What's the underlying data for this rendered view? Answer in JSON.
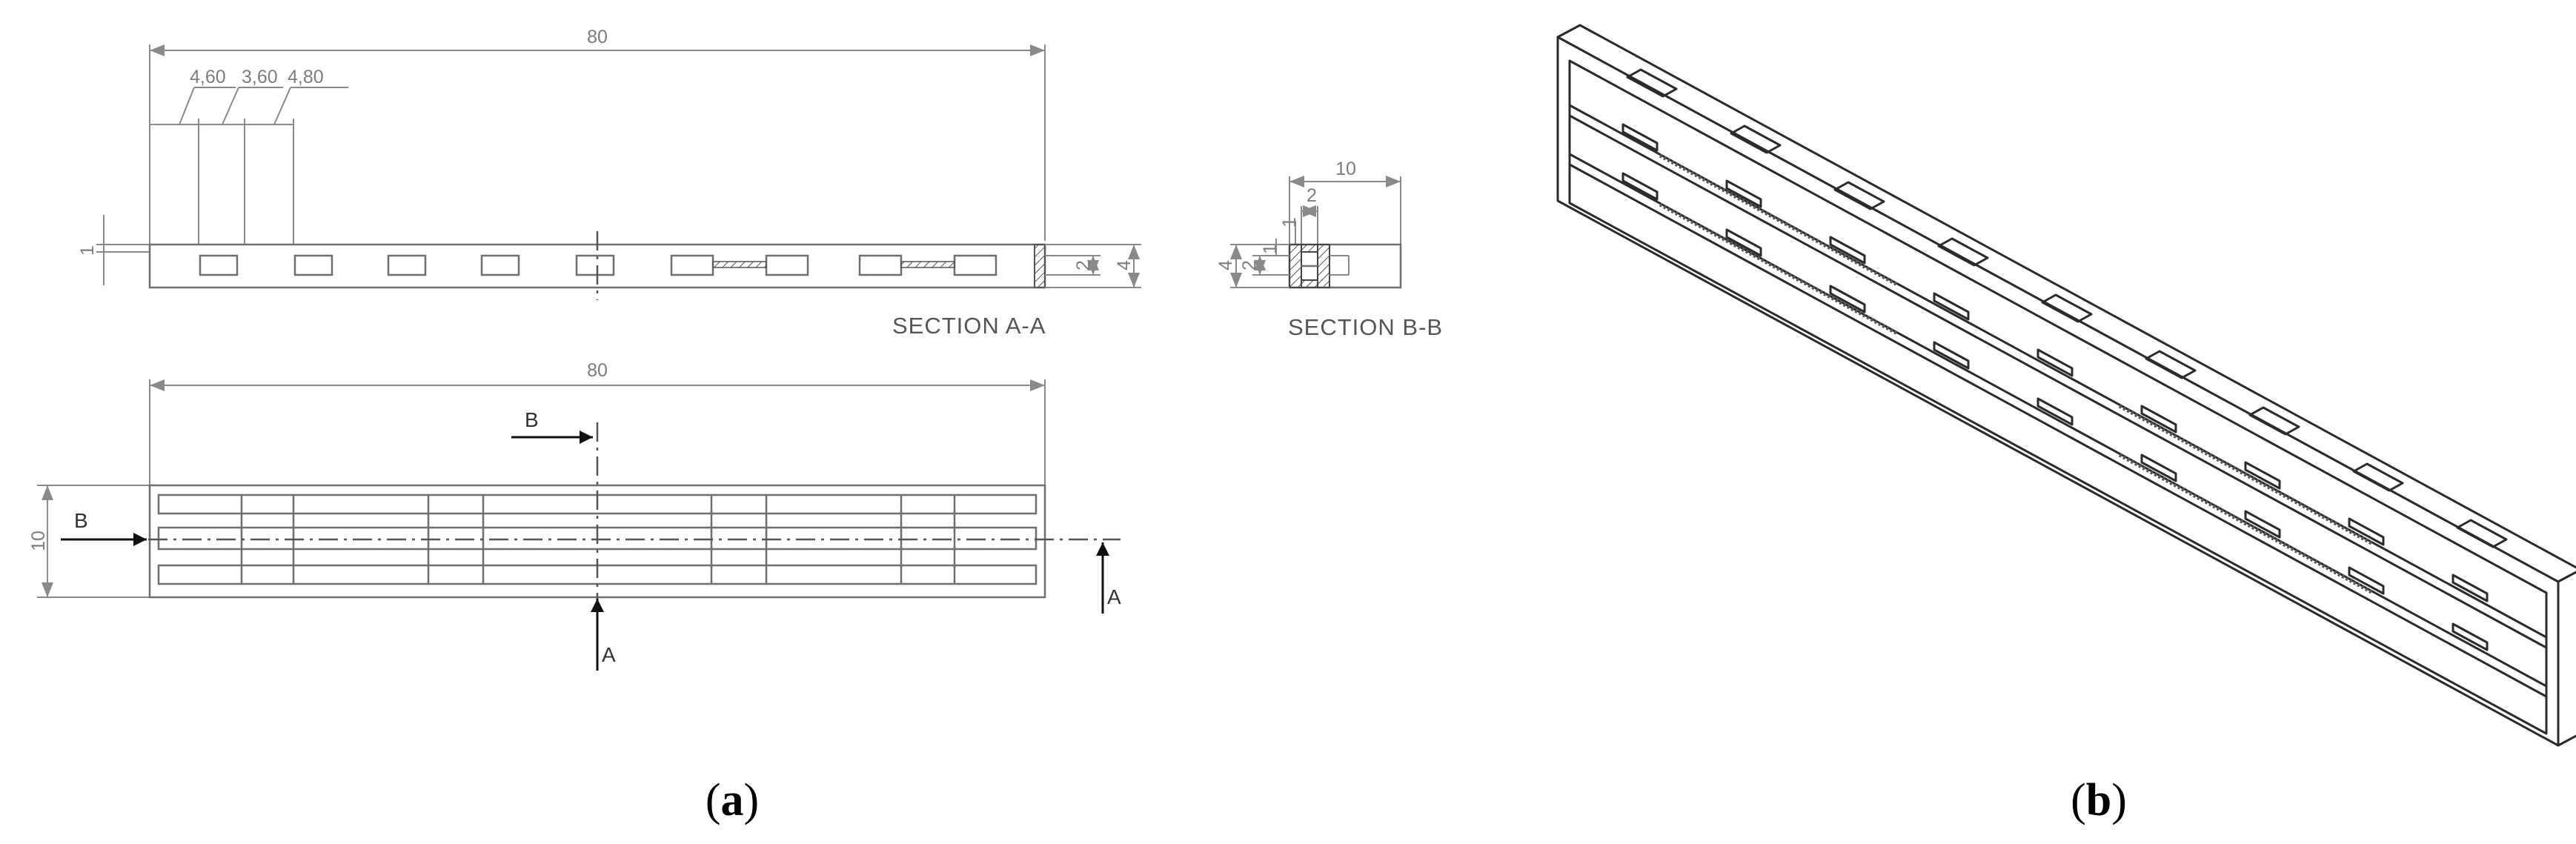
{
  "dimensions": {
    "top_overall": "80",
    "pitch_1": "4,60",
    "pitch_2": "3,60",
    "pitch_3": "4,80",
    "height_left": "1",
    "height_inner": "2",
    "height_outer": "4",
    "plan_overall": "80",
    "plan_width": "10",
    "secb_width": "10",
    "secb_slot": "2",
    "secb_rib": "1",
    "secb_inner": "2",
    "secb_outer": "4",
    "secb_rib_left": "1"
  },
  "section_labels": {
    "aa": "SECTION A-A",
    "bb": "SECTION B-B"
  },
  "arrow_letters": {
    "b_top": "B",
    "b_left": "B",
    "a_bottom": "A",
    "a_right": "A"
  },
  "captions": {
    "a_open": "(",
    "a_letter": "a",
    "a_close": ")",
    "b_open": "(",
    "b_letter": "b",
    "b_close": ")"
  }
}
